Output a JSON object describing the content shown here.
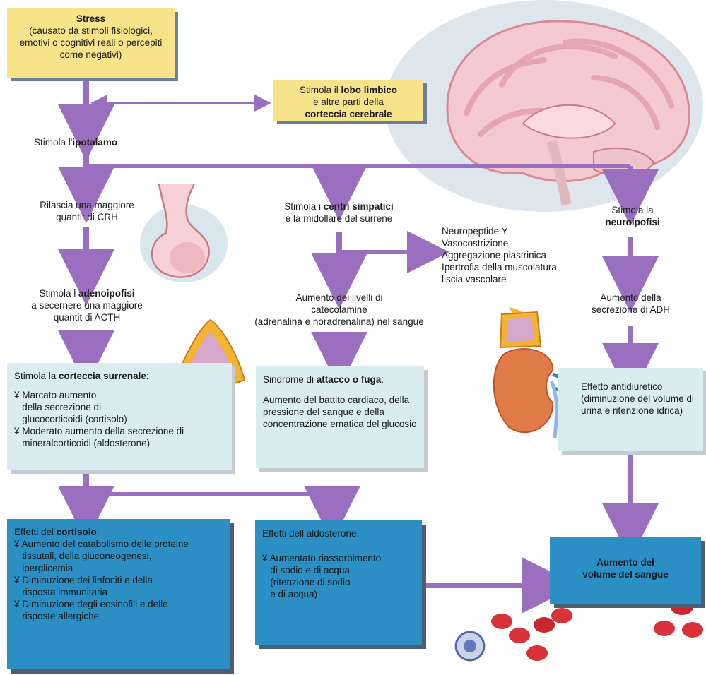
{
  "stress": {
    "title": "Stress",
    "desc": "(causato da stimoli fisiologici, emotivi o cognitivi reali o percepiti come negativi)"
  },
  "limbic": {
    "pre": "Stimola il ",
    "bold1": "lobo limbico",
    "mid": "e altre parti della",
    "bold2": "corteccia cerebrale"
  },
  "hypothalamus": {
    "pre": "Stimola l'",
    "bold": "ipotalamo"
  },
  "crh": {
    "line1": "Rilascia una maggiore",
    "line2": "quantit  di CRH"
  },
  "sympathetic": {
    "pre": "Stimola i ",
    "bold": "centri simpatici",
    "line2": "e la midollare del surrene"
  },
  "neuro": {
    "line1": "Stimola la",
    "bold": "neuroipofisi"
  },
  "npy": {
    "items": [
      "Neuropeptide Y",
      "Vasocostrizione",
      "Aggregazione piastrinica",
      "Ipertrofia della muscolatura",
      "liscia vascolare"
    ]
  },
  "adeno": {
    "pre": "Stimola l ",
    "bold": "adenoipofisi",
    "line2": "a secernere una maggiore",
    "line3": "quantit  di ACTH"
  },
  "catechol": {
    "line1": "Aumento dei livelli di",
    "line2": "catecolamine",
    "line3": "(adrenalina e noradrenalina) nel sangue"
  },
  "adh": {
    "line1": "Aumento della",
    "line2": "secrezione di ADH"
  },
  "cortex": {
    "pre": "Stimola la ",
    "bold": "corteccia surrenale",
    "post": ":",
    "b1": "¥ Marcato aumento\n   della secrezione di\n   glucocorticoidi (cortisolo)",
    "b2": "¥ Moderato aumento della secrezione di\n   mineralcorticoidi (aldosterone)"
  },
  "fight": {
    "pre": "Sindrome di ",
    "bold": "attacco o fuga",
    "post": ":",
    "body": "Aumento del battito cardiaco, della pressione del sangue e della concentrazione ematica del glucosio"
  },
  "antidiuretic": {
    "text": "Effetto antidiuretico (diminuzione del volume di urina e ritenzione idrica)"
  },
  "cortisol": {
    "pre": "Effetti del ",
    "bold": "cortisolo",
    "post": ":",
    "b1": "¥ Aumento del catabolismo delle proteine\n   tissutali, della gluconeogenesi,\n   iperglicemia",
    "b2": "¥ Diminuzione dei linfociti e della\n   risposta immunitaria",
    "b3": "¥ Diminuzione degli eosinofili e delle\n   risposte allergiche"
  },
  "aldo": {
    "title": "Effetti dell aldosterone:",
    "body": "¥ Aumentato riassorbimento\n   di sodio e di acqua\n   (ritenzione di sodio\n   e di acqua)"
  },
  "volume": {
    "line1": "Aumento del",
    "line2": "volume del sangue"
  },
  "colors": {
    "arrow": "#9b6fc0",
    "yellow": "#f7e38a",
    "light": "#d8ecf1",
    "dark": "#2b8fc3"
  }
}
